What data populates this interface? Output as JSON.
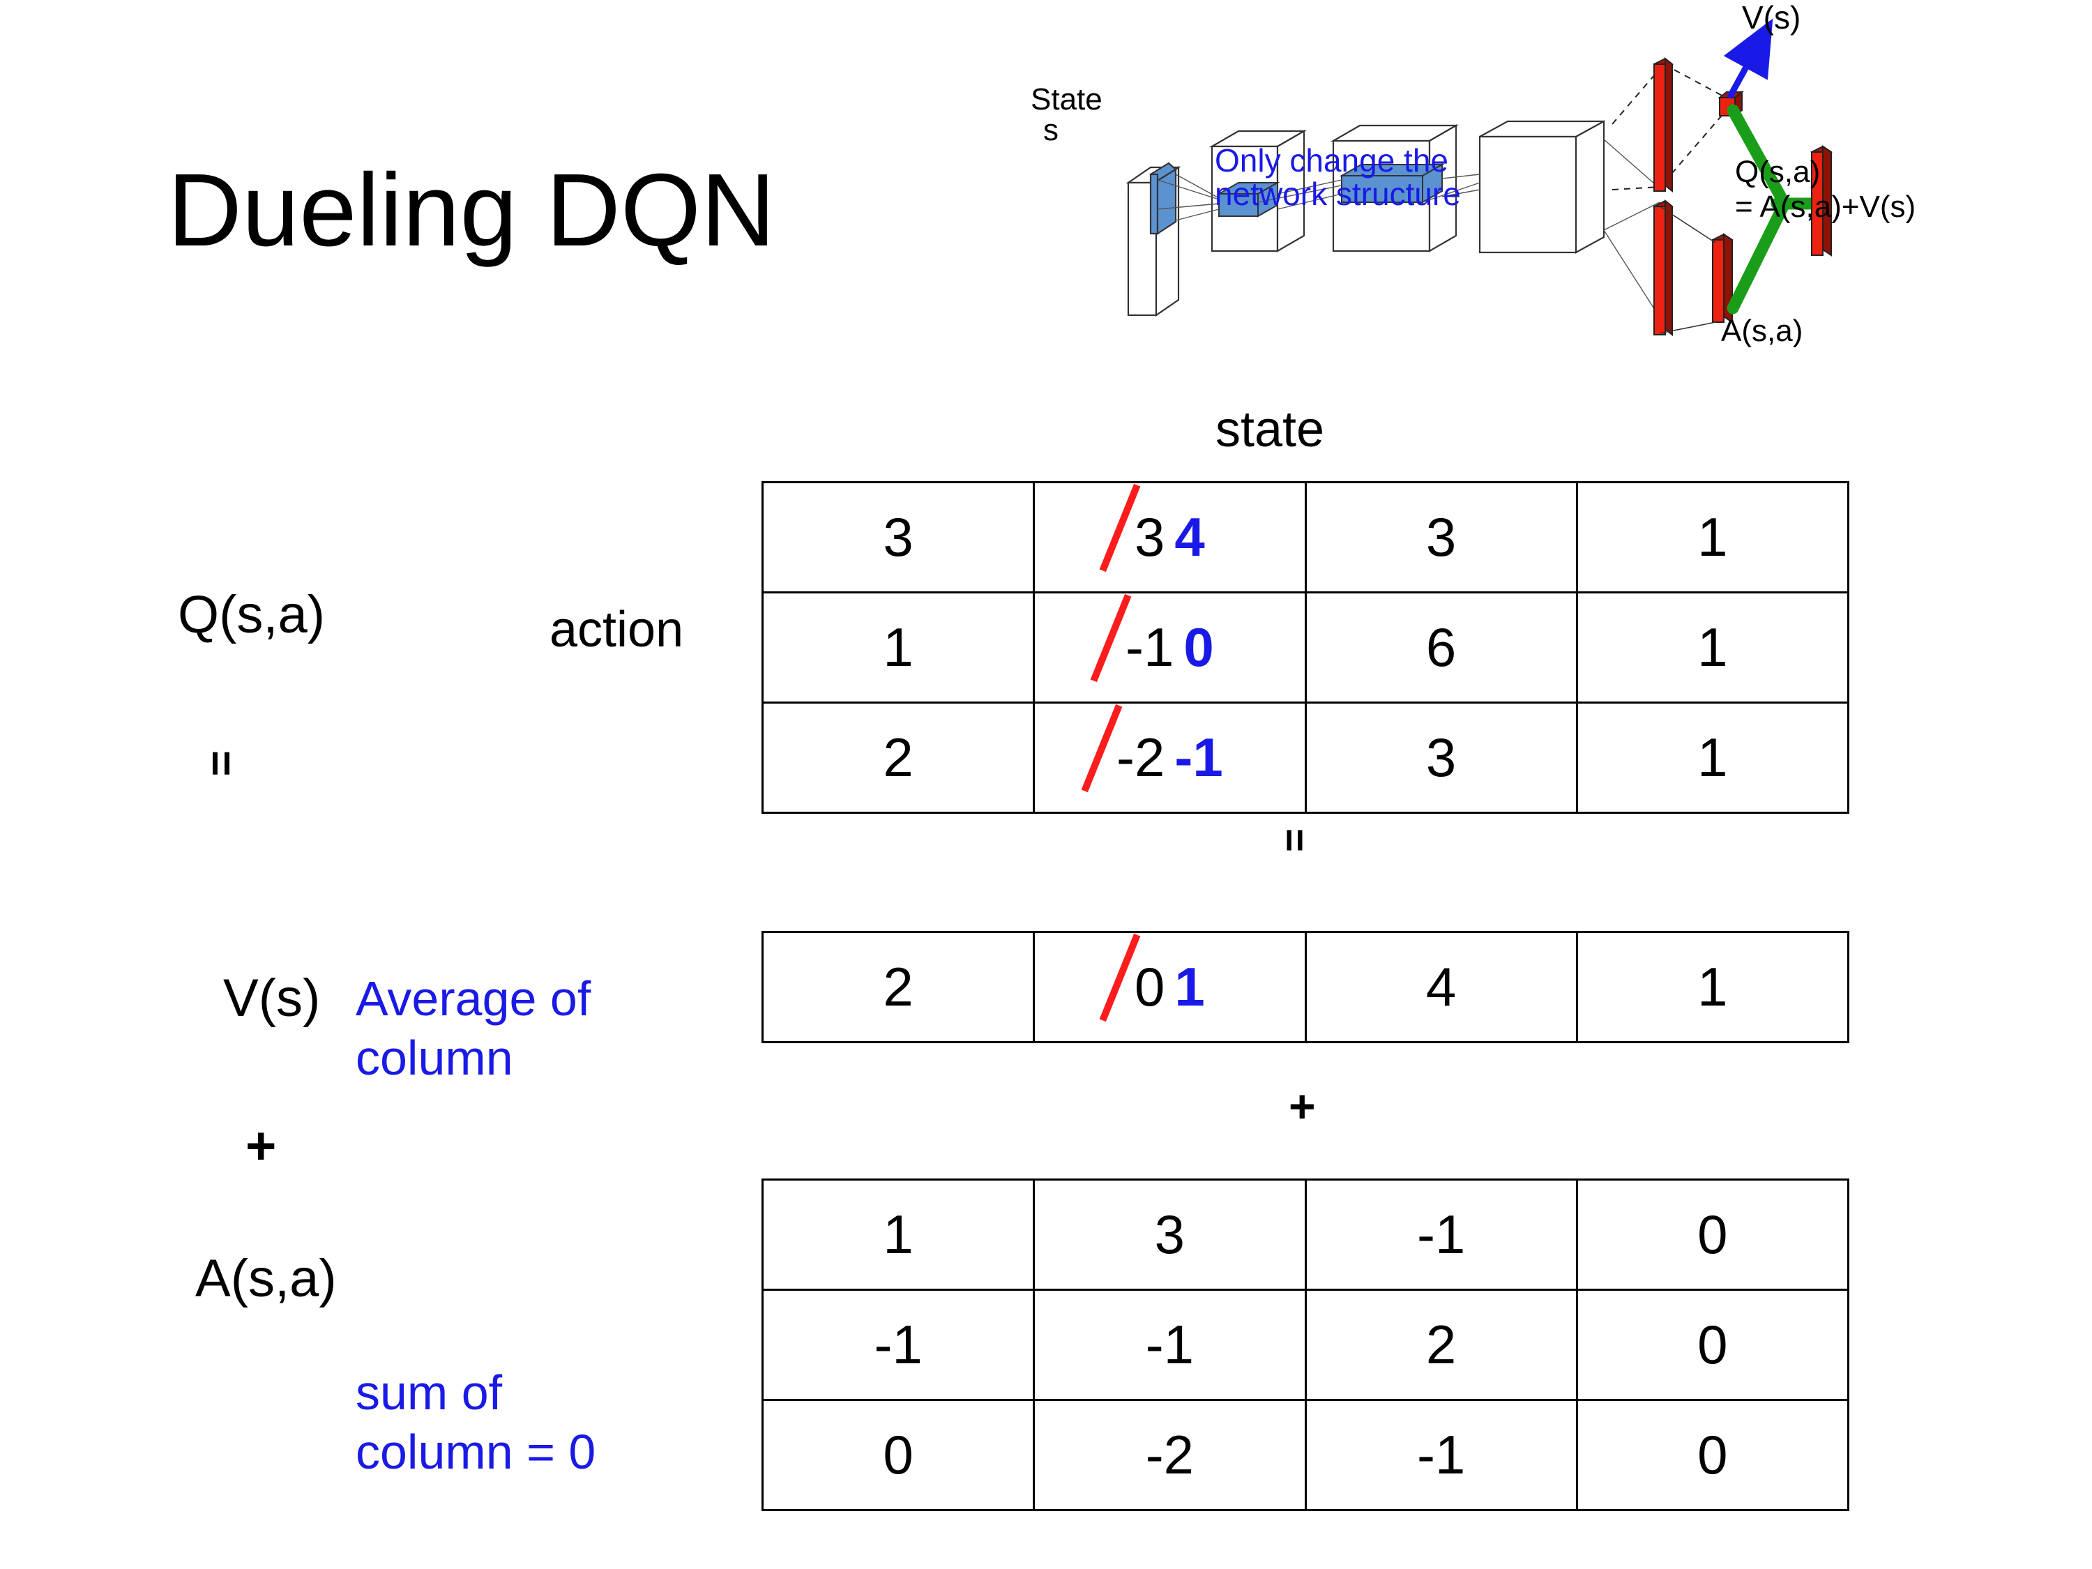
{
  "title": "Dueling DQN",
  "colors": {
    "blue_accent": "#1a1ae6",
    "red_strike": "#ff1c1c",
    "green_link": "#1a9e1a",
    "red_bar": "#ee2211",
    "blue_bar": "#5b93d1"
  },
  "diagram": {
    "state_line1": "State",
    "state_line2": "s",
    "note_line1": "Only change the",
    "note_line2": "network structure",
    "v_label": "V(s)",
    "a_label": "A(s,a)",
    "q_label_line1": "Q(s,a)",
    "q_label_line2": "= A(s,a)+V(s)"
  },
  "labels": {
    "state": "state",
    "action": "action",
    "q_of_sa": "Q(s,a)",
    "v_of_s": "V(s)",
    "a_of_sa": "A(s,a)",
    "equals_1": "=",
    "equals_2": "=",
    "plus_1": "+",
    "plus_2": "+",
    "average_of_column_line1": "Average of",
    "average_of_column_line2": "column",
    "sum_of_column_line1": "sum of",
    "sum_of_column_line2": "column = 0"
  },
  "chart_data": {
    "type": "table",
    "title": "Dueling DQN: Q(s,a) = V(s) + A(s,a)",
    "xlabel": "state",
    "ylabel": "action",
    "tables": [
      {
        "name": "Q(s,a)",
        "rows": [
          [
            {
              "value": "3"
            },
            {
              "value": "3",
              "struck": true,
              "replacement": "4"
            },
            {
              "value": "3"
            },
            {
              "value": "1"
            }
          ],
          [
            {
              "value": "1"
            },
            {
              "value": "-1",
              "struck": true,
              "replacement": "0"
            },
            {
              "value": "6"
            },
            {
              "value": "1"
            }
          ],
          [
            {
              "value": "2"
            },
            {
              "value": "-2",
              "struck": true,
              "replacement": "-1"
            },
            {
              "value": "3"
            },
            {
              "value": "1"
            }
          ]
        ]
      },
      {
        "name": "V(s)",
        "rows": [
          [
            {
              "value": "2"
            },
            {
              "value": "0",
              "struck": true,
              "replacement": "1"
            },
            {
              "value": "4"
            },
            {
              "value": "1"
            }
          ]
        ]
      },
      {
        "name": "A(s,a)",
        "rows": [
          [
            {
              "value": "1"
            },
            {
              "value": "3"
            },
            {
              "value": "-1"
            },
            {
              "value": "0"
            }
          ],
          [
            {
              "value": "-1"
            },
            {
              "value": "-1"
            },
            {
              "value": "2"
            },
            {
              "value": "0"
            }
          ],
          [
            {
              "value": "0"
            },
            {
              "value": "-2"
            },
            {
              "value": "-1"
            },
            {
              "value": "0"
            }
          ]
        ]
      }
    ]
  }
}
